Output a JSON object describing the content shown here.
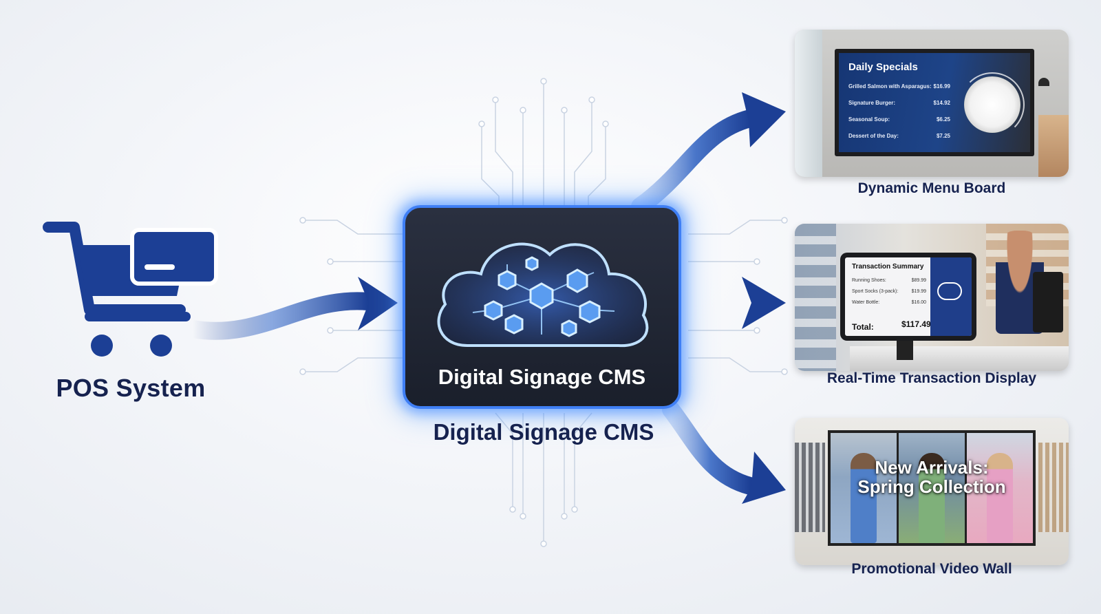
{
  "pos": {
    "label": "POS System",
    "icon": "shopping-cart-credit-card-icon"
  },
  "cms": {
    "panel_title": "Digital Signage CMS",
    "caption": "Digital Signage CMS",
    "icon": "cloud-network-icon"
  },
  "outputs": {
    "menu_board": {
      "label": "Dynamic Menu Board",
      "screen_title": "Daily Specials",
      "items": [
        {
          "name": "Grilled Salmon with Asparagus:",
          "price": "$16.99"
        },
        {
          "name": "Signature Burger:",
          "price": "$14.92"
        },
        {
          "name": "Seasonal Soup:",
          "price": "$6.25"
        },
        {
          "name": "Dessert of the Day:",
          "price": "$7.25"
        }
      ]
    },
    "transaction_display": {
      "label": "Real-Time Transaction Display",
      "screen_title": "Transaction Summary",
      "items": [
        {
          "name": "Running Shoes:",
          "price": "$89.99"
        },
        {
          "name": "Sport Socks (3-pack):",
          "price": "$19.99"
        },
        {
          "name": "Water Bottle:",
          "price": "$16.00"
        }
      ],
      "total_label": "Total:",
      "total_value": "$117.49",
      "icon": "contactless-payment-icon"
    },
    "video_wall": {
      "label": "Promotional Video Wall",
      "headline_line1": "New Arrivals:",
      "headline_line2": "Spring Collection"
    }
  },
  "colors": {
    "navy": "#16224f",
    "brand_blue": "#1f3e8a",
    "glow_blue": "#3f7ff5",
    "arrow_blue": "#1c3f95"
  }
}
